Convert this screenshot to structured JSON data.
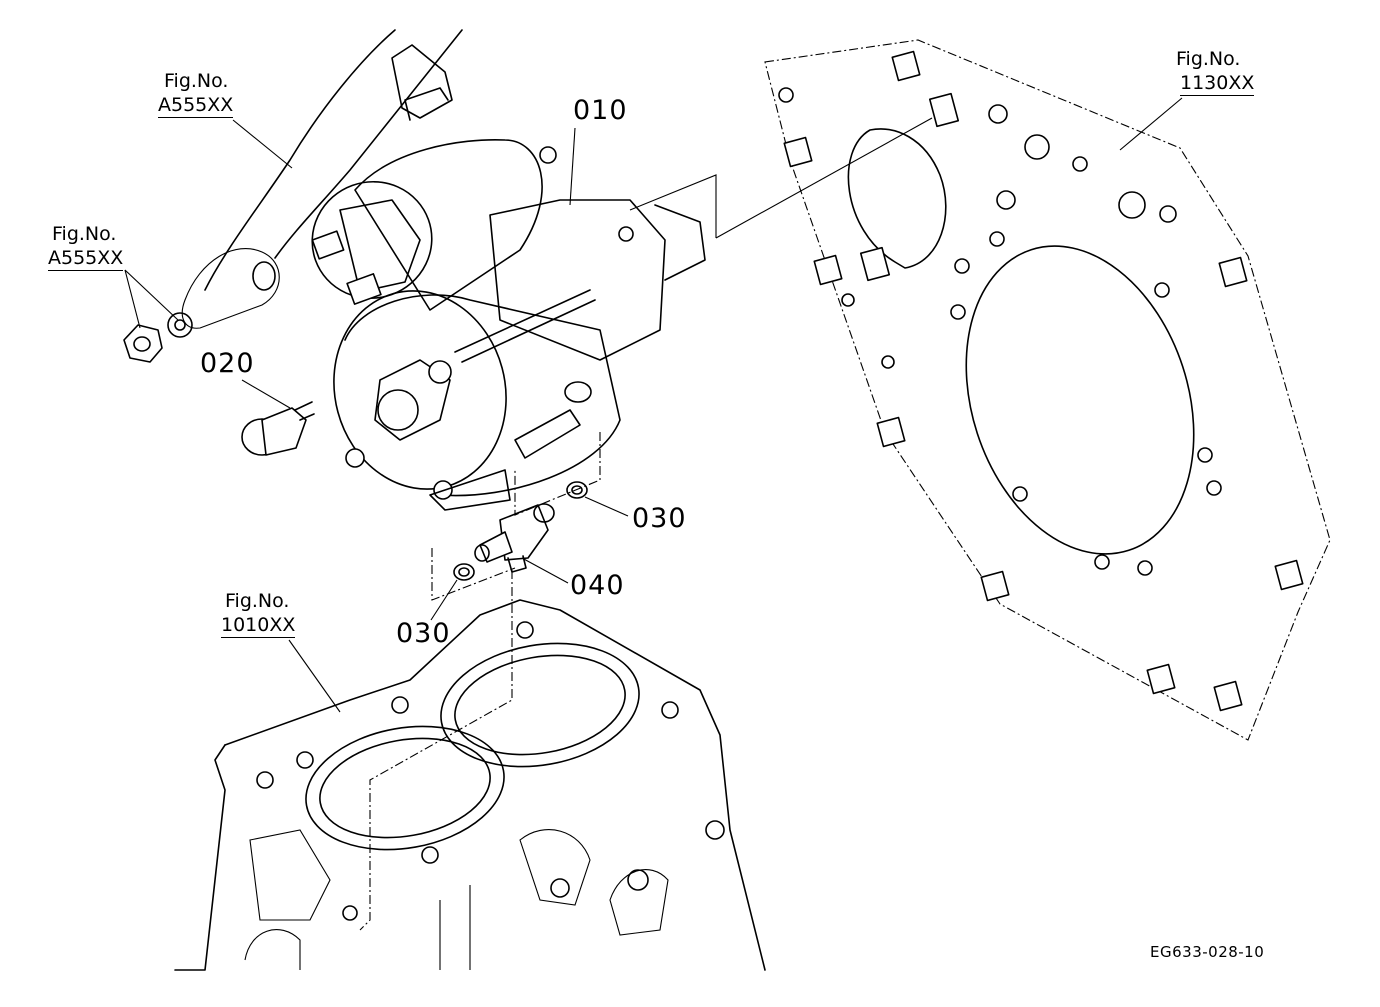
{
  "parts": [
    {
      "id": "010"
    },
    {
      "id": "020"
    },
    {
      "id": "030"
    },
    {
      "id": "030"
    },
    {
      "id": "040"
    }
  ],
  "figure_refs": [
    {
      "label": "Fig.No.",
      "number": "A555XX"
    },
    {
      "label": "Fig.No.",
      "number": "A555XX"
    },
    {
      "label": "Fig.No.",
      "number": "1130XX"
    },
    {
      "label": "Fig.No.",
      "number": "1010XX"
    }
  ],
  "drawing_code": "EG633-028-10"
}
